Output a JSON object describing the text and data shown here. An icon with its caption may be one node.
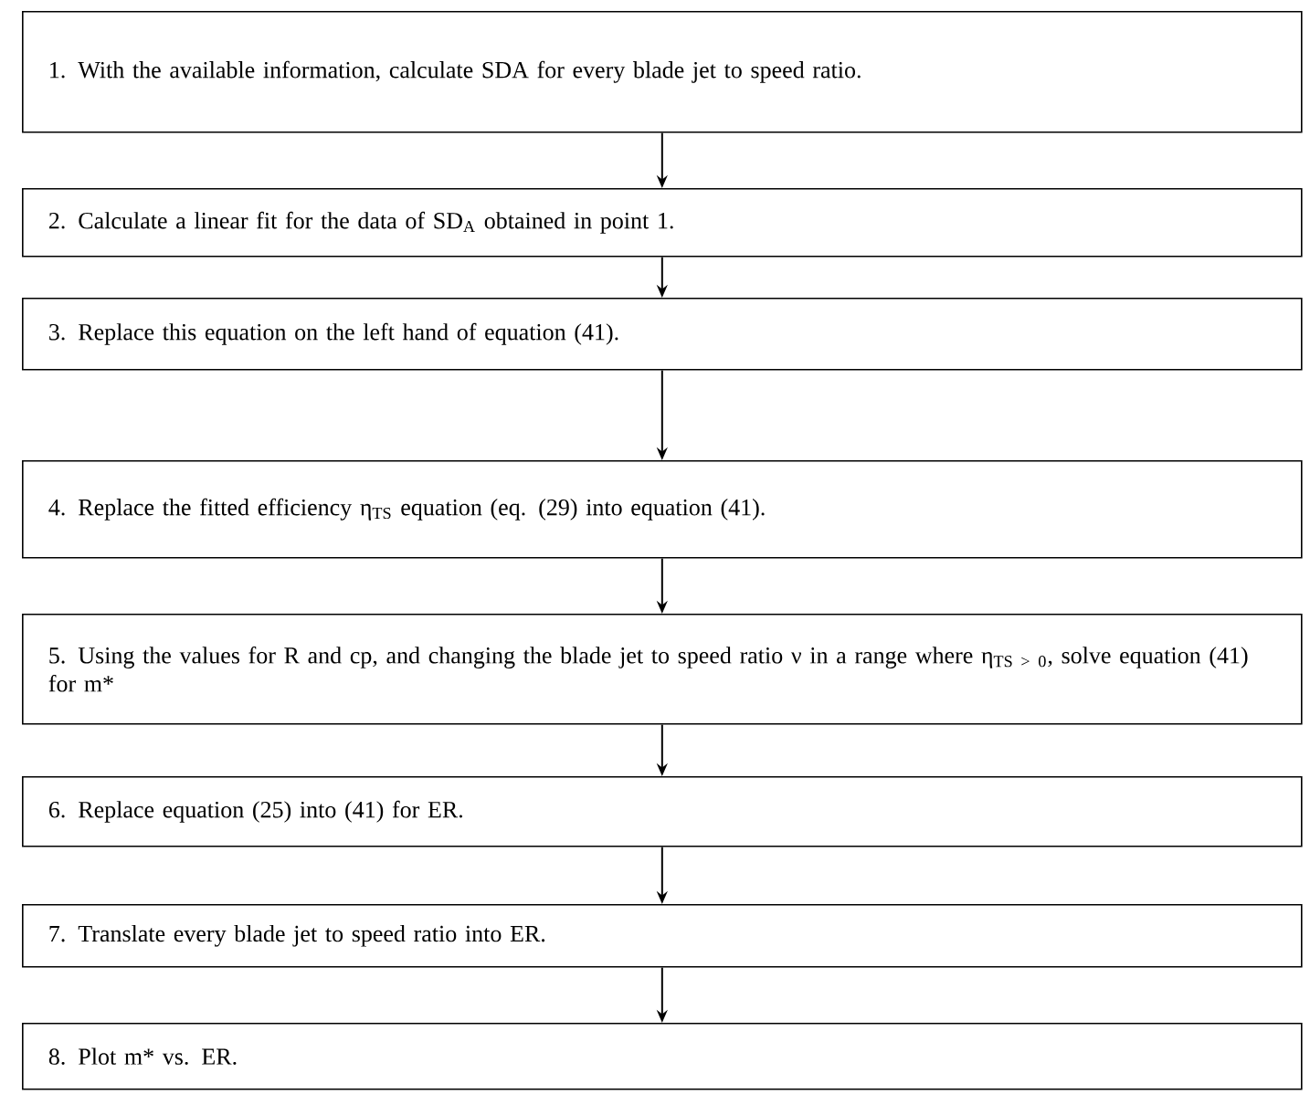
{
  "diagram": {
    "nodes": [
      {
        "text": [
          "1. With the available information, calculate SDA for every blade jet to speed ratio."
        ]
      },
      {
        "text": [
          "2. Calculate a linear fit for the data  of SD$_{A}$ obtained in point 1."
        ]
      },
      {
        "text": [
          "3. Replace this equation on the left hand of equation (41)."
        ]
      },
      {
        "text": [
          "4. Replace the fitted efficiency η$_{TS}$ equation (eq. (29) into equation (41)."
        ]
      },
      {
        "text": [
          "5. Using the values for R and cp, and changing the blade jet to speed ratio ν in a range where η$_{TS > 0}$, solve equation (41) for m*"
        ]
      },
      {
        "text": [
          "6. Replace equation (25) into (41) for ER."
        ]
      },
      {
        "text": [
          "7. Translate every blade jet to speed ratio into ER."
        ]
      },
      {
        "text": [
          "8. Plot m* vs. ER."
        ]
      }
    ],
    "edges": [
      {
        "from": 0,
        "to": 1,
        "arrow": "to"
      },
      {
        "from": 1,
        "to": 2,
        "arrow": "to"
      },
      {
        "from": 2,
        "to": 3,
        "arrow": "to"
      },
      {
        "from": 3,
        "to": 4,
        "arrow": "to"
      },
      {
        "from": 4,
        "to": 5,
        "arrow": "to"
      },
      {
        "from": 5,
        "to": 6,
        "arrow": "to"
      },
      {
        "from": 6,
        "to": 7,
        "arrow": "to"
      }
    ]
  }
}
